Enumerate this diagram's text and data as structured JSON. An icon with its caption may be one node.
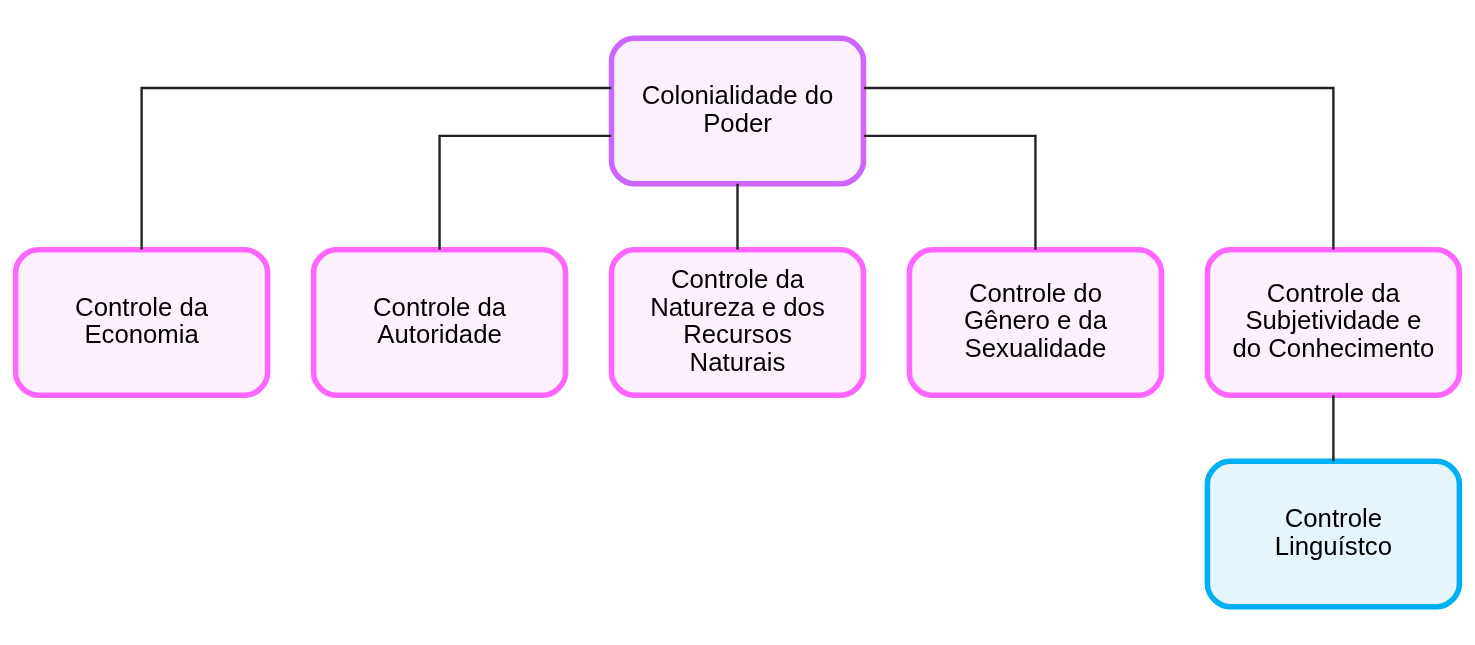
{
  "diagram": {
    "nodes": [
      {
        "text": [
          "Colonialidade do Poder"
        ]
      },
      {
        "text": [
          "Controle da Economia"
        ]
      },
      {
        "text": [
          "Controle da Autoridade"
        ]
      },
      {
        "text": [
          "Controle da Natureza e dos Recursos Naturais"
        ]
      },
      {
        "text": [
          "Controle do Gênero e da Sexualidade"
        ]
      },
      {
        "text": [
          "Controle da Subjetividade e do Conhecimento"
        ]
      },
      {
        "text": [
          "Controle Linguístco"
        ]
      }
    ],
    "edges": [
      {
        "from": 0,
        "to": 1,
        "arrow": "none"
      },
      {
        "from": 0,
        "to": 2,
        "arrow": "none"
      },
      {
        "from": 0,
        "to": 3,
        "arrow": "none"
      },
      {
        "from": 0,
        "to": 4,
        "arrow": "none"
      },
      {
        "from": 0,
        "to": 5,
        "arrow": "none"
      },
      {
        "from": 5,
        "to": 6,
        "arrow": "none"
      }
    ]
  }
}
